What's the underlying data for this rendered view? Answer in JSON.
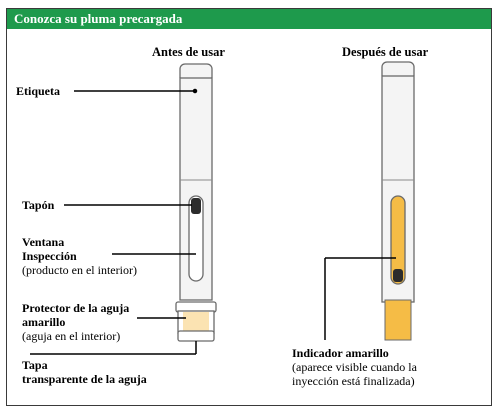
{
  "header": {
    "title": "Conozca su pluma precargada"
  },
  "columns": {
    "before": "Antes de usar",
    "after": "Después de usar"
  },
  "labels": {
    "etiqueta": "Etiqueta",
    "tapon": "Tapón",
    "ventana_line1": "Ventana",
    "ventana_line2": "Inspección",
    "ventana_note": "(producto en el interior)",
    "protector_line1": "Protector de la aguja",
    "protector_line2": "amarillo",
    "protector_note": "(aguja en el interior)",
    "tapa_line1": "Tapa",
    "tapa_line2": "transparente de la aguja",
    "indicador_title": "Indicador amarillo",
    "indicador_note1": "(aparece visible cuando la",
    "indicador_note2": "inyección está finalizada)"
  },
  "colors": {
    "header": "#1e9a4c",
    "pen_body": "#f4f4f4",
    "outline": "#6a6a6a",
    "yellow": "#f5bc46",
    "yellow_pale": "#fbe3b2",
    "stopper": "#2c2c2c"
  }
}
